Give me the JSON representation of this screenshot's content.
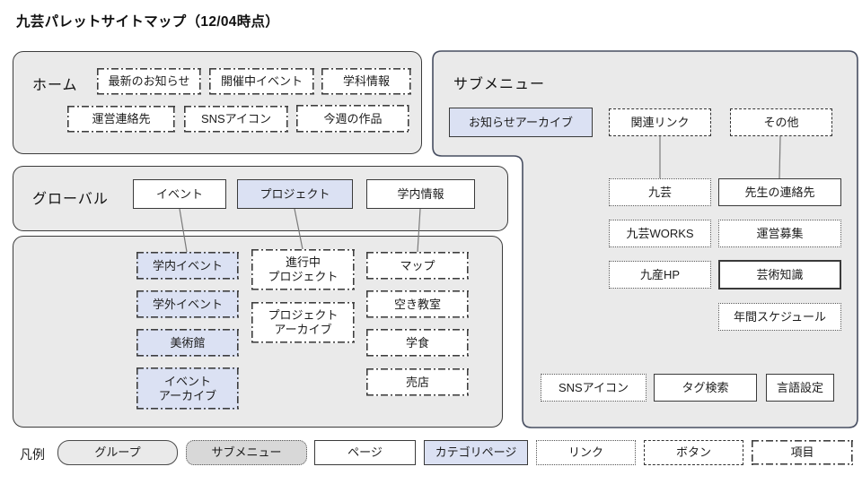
{
  "title": "九芸パレットサイトマップ（12/04時点）",
  "home": {
    "label": "ホーム",
    "items": [
      {
        "label": "最新のお知らせ",
        "type": "項目"
      },
      {
        "label": "開催中イベント",
        "type": "項目"
      },
      {
        "label": "学科情報",
        "type": "項目"
      },
      {
        "label": "運営連絡先",
        "type": "項目"
      },
      {
        "label": "SNSアイコン",
        "type": "項目"
      },
      {
        "label": "今週の作品",
        "type": "項目"
      }
    ]
  },
  "global_nav": {
    "label": "グローバル",
    "items": [
      {
        "label": "イベント",
        "type": "ページ"
      },
      {
        "label": "プロジェクト",
        "type": "カテゴリページ"
      },
      {
        "label": "学内情報",
        "type": "ページ"
      }
    ]
  },
  "category_group": {
    "event_items": [
      {
        "label": "学内イベント",
        "type": "項目"
      },
      {
        "label": "学外イベント",
        "type": "項目"
      },
      {
        "label": "美術館",
        "type": "項目"
      },
      {
        "label": "イベント\nアーカイブ",
        "type": "項目"
      }
    ],
    "project_items": [
      {
        "label": "進行中\nプロジェクト",
        "type": "項目"
      },
      {
        "label": "プロジェクト\nアーカイブ",
        "type": "項目"
      }
    ],
    "campus_info_items": [
      {
        "label": "マップ",
        "type": "項目"
      },
      {
        "label": "空き教室",
        "type": "項目"
      },
      {
        "label": "学食",
        "type": "項目"
      },
      {
        "label": "売店",
        "type": "項目"
      }
    ]
  },
  "submenu": {
    "label": "サブメニュー",
    "items": [
      {
        "label": "お知らせアーカイブ",
        "type": "カテゴリページ"
      },
      {
        "label": "関連リンク",
        "type": "ボタン"
      },
      {
        "label": "その他",
        "type": "ボタン"
      },
      {
        "label": "九芸",
        "type": "リンク"
      },
      {
        "label": "先生の連絡先",
        "type": "ページ"
      },
      {
        "label": "九芸WORKS",
        "type": "リンク"
      },
      {
        "label": "運営募集",
        "type": "リンク"
      },
      {
        "label": "九産HP",
        "type": "リンク"
      },
      {
        "label": "芸術知識",
        "type": "ページ"
      },
      {
        "label": "年間スケジュール",
        "type": "リンク"
      },
      {
        "label": "SNSアイコン",
        "type": "リンク"
      },
      {
        "label": "タグ検索",
        "type": "ページ"
      },
      {
        "label": "言語設定",
        "type": "ページ"
      }
    ]
  },
  "legend": {
    "label": "凡例",
    "items": [
      {
        "label": "グループ"
      },
      {
        "label": "サブメニュー"
      },
      {
        "label": "ページ"
      },
      {
        "label": "カテゴリページ"
      },
      {
        "label": "リンク"
      },
      {
        "label": "ボタン"
      },
      {
        "label": "項目"
      }
    ]
  },
  "colors": {
    "group_fill": "#eaeaea",
    "category_page_fill": "#dbe1f3",
    "legend_submenu_fill": "#d8d8d8",
    "border": "#3c3c3c",
    "submenu_border": "#474e61",
    "connector": "#7a7a7a"
  }
}
